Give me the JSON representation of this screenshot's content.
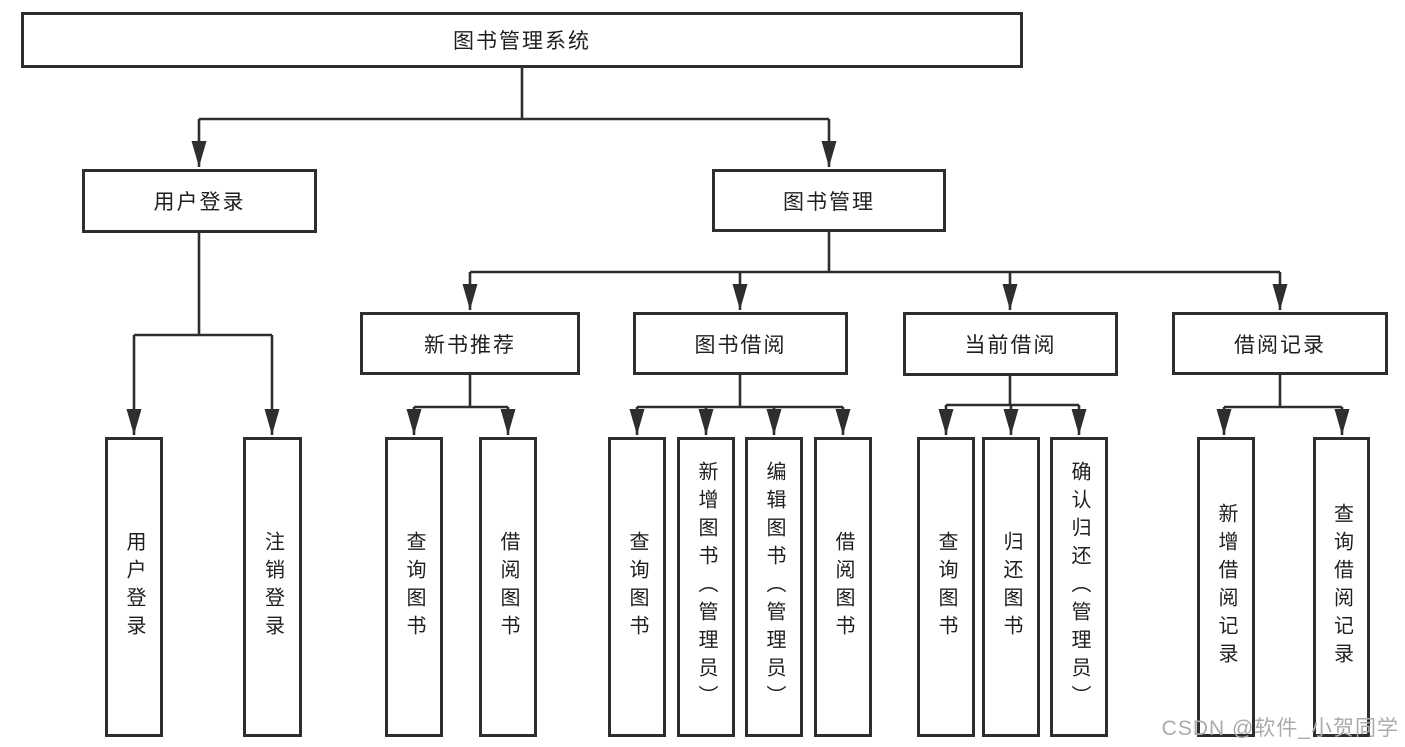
{
  "tree": {
    "label": "图书管理系统",
    "children": [
      {
        "label": "用户登录",
        "children": [
          {
            "label": "用户登录"
          },
          {
            "label": "注销登录"
          }
        ]
      },
      {
        "label": "图书管理",
        "children": [
          {
            "label": "新书推荐",
            "children": [
              {
                "label": "查询图书"
              },
              {
                "label": "借阅图书"
              }
            ]
          },
          {
            "label": "图书借阅",
            "children": [
              {
                "label": "查询图书"
              },
              {
                "label": "新增图书（管理员）"
              },
              {
                "label": "编辑图书（管理员）"
              },
              {
                "label": "借阅图书"
              }
            ]
          },
          {
            "label": "当前借阅",
            "children": [
              {
                "label": "查询图书"
              },
              {
                "label": "归还图书"
              },
              {
                "label": "确认归还（管理员）"
              }
            ]
          },
          {
            "label": "借阅记录",
            "children": [
              {
                "label": "新增借阅记录"
              },
              {
                "label": "查询借阅记录"
              }
            ]
          }
        ]
      }
    ]
  },
  "watermark": {
    "text": "CSDN @软件_小贺同学"
  },
  "colors": {
    "line": "#2e2e2e",
    "border": "#2e2e2e",
    "text": "#1f1f1f",
    "watermark": "#a8abaf",
    "bg": "#ffffff"
  }
}
